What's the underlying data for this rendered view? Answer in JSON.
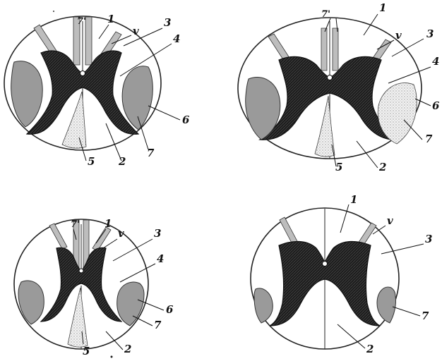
{
  "sections": [
    {
      "id": "a",
      "labels": {
        "l7p": "7'",
        "l1": "1",
        "lv": "v",
        "l3": "3",
        "l4": "4",
        "l6": "6",
        "l7": "7",
        "l2": "2",
        "l5": "5"
      }
    },
    {
      "id": "b",
      "labels": {
        "l7p": "7'",
        "l1": "1",
        "lv": "v",
        "l3": "3",
        "l4": "4",
        "l6": "6",
        "l7": "7",
        "l2": "2",
        "l5": "5"
      }
    },
    {
      "id": "c",
      "labels": {
        "l7p": "7'",
        "l1": "1",
        "lv": "v",
        "l3": "3",
        "l4": "4",
        "l6": "6",
        "l7": "7",
        "l2": "2",
        "l5": "5"
      }
    },
    {
      "id": "d",
      "labels": {
        "l1": "1",
        "lv": "v",
        "l3": "3",
        "l7": "7",
        "l2": "2"
      }
    }
  ],
  "colors": {
    "grey_matter": "#1a1a1a",
    "tract_fill": "#9a9a9a",
    "outline": "#222222",
    "background": "#ffffff"
  }
}
